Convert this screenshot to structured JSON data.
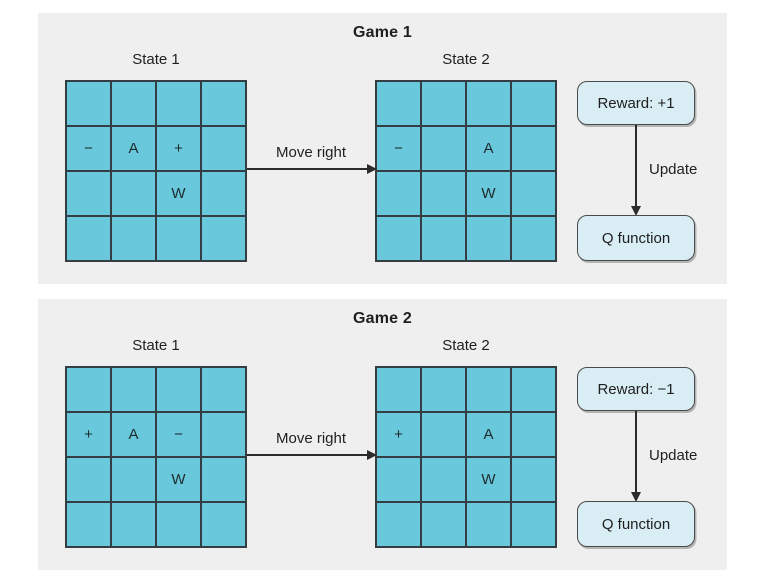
{
  "colors": {
    "page_bg": "#ffffff",
    "panel_bg": "#efefef",
    "cell_fill": "#69c8db",
    "grid_line": "#333d42",
    "box_fill": "#d9edf4",
    "box_border": "#4a4a4a",
    "arrow": "#2b2b2b",
    "text": "#1f1f1f"
  },
  "games": [
    {
      "title": "Game 1",
      "state1": {
        "label": "State 1",
        "cells": [
          [
            "",
            "",
            "",
            ""
          ],
          [
            "−",
            "A",
            "+",
            ""
          ],
          [
            "",
            "",
            "W",
            ""
          ],
          [
            "",
            "",
            "",
            ""
          ]
        ]
      },
      "action_label": "Move right",
      "state2": {
        "label": "State 2",
        "cells": [
          [
            "",
            "",
            "",
            ""
          ],
          [
            "−",
            "",
            "A",
            ""
          ],
          [
            "",
            "",
            "W",
            ""
          ],
          [
            "",
            "",
            "",
            ""
          ]
        ]
      },
      "reward_label": "Reward: +1",
      "update_label": "Update",
      "q_label": "Q function"
    },
    {
      "title": "Game 2",
      "state1": {
        "label": "State 1",
        "cells": [
          [
            "",
            "",
            "",
            ""
          ],
          [
            "+",
            "A",
            "−",
            ""
          ],
          [
            "",
            "",
            "W",
            ""
          ],
          [
            "",
            "",
            "",
            ""
          ]
        ]
      },
      "action_label": "Move right",
      "state2": {
        "label": "State 2",
        "cells": [
          [
            "",
            "",
            "",
            ""
          ],
          [
            "+",
            "",
            "A",
            ""
          ],
          [
            "",
            "",
            "W",
            ""
          ],
          [
            "",
            "",
            "",
            ""
          ]
        ]
      },
      "reward_label": "Reward: −1",
      "update_label": "Update",
      "q_label": "Q function"
    }
  ]
}
